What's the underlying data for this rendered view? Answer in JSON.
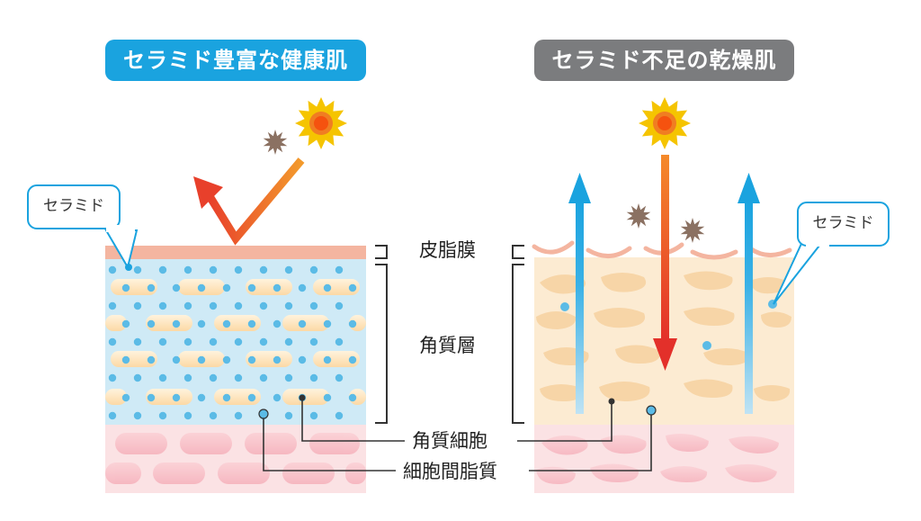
{
  "titles": {
    "healthy": "セラミド豊富な健康肌",
    "dry": "セラミド不足の乾燥肌"
  },
  "callouts": {
    "left": "セラミド",
    "right": "セラミド"
  },
  "labels": {
    "sebum": "皮脂膜",
    "stratum_corneum": "角質層",
    "corneocyte": "角質細胞",
    "intercellular_lipid": "細胞間脂質"
  },
  "colors": {
    "healthy_badge": "#1aa3df",
    "dry_badge": "#7b7c7e",
    "sebum_film": "#f4b5a0",
    "healthy_layer_bg": "#cfeaf6",
    "dry_layer_bg": "#fcebd2",
    "corneocyte_fill": "#fde6c0",
    "ceramide_dot": "#5bbbe6",
    "dermis": "#fbe1e3",
    "moisture_arrow": "#1aa3df",
    "uv_arrow": "#ee5a28"
  }
}
